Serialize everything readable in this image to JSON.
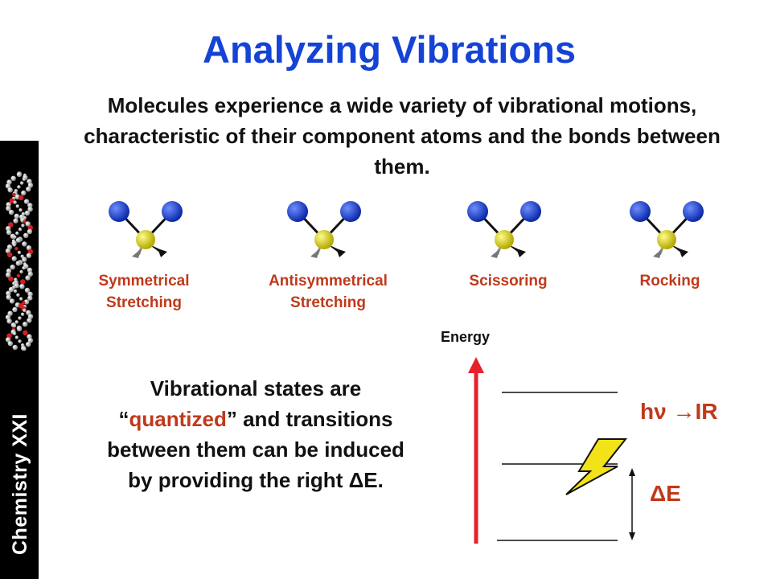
{
  "slide": {
    "title": "Analyzing Vibrations",
    "intro": "Molecules experience a wide variety of vibrational motions, characteristic of their component atoms and the bonds between them.",
    "sidebar_label": "Chemistry XXI"
  },
  "modes": [
    {
      "line1": "Symmetrical",
      "line2": "Stretching"
    },
    {
      "line1": "Antisymmetrical",
      "line2": "Stretching"
    },
    {
      "line1": "Scissoring",
      "line2": ""
    },
    {
      "line1": "Rocking",
      "line2": ""
    }
  ],
  "energy_diagram": {
    "axis_label": "Energy",
    "photon_prefix": "h",
    "photon_symbol": "ν",
    "photon_arrow": "→",
    "photon_target": "IR",
    "delta_symbol": "Δ",
    "delta_label": "E"
  },
  "body": {
    "part1": "Vibrational states are “",
    "highlight": "quantized",
    "part2": "” and transitions between them can be induced by providing the right ",
    "delta_symbol": "Δ",
    "part3": "E."
  },
  "colors": {
    "title": "#1443d6",
    "accent": "#c0391b",
    "arrow": "#e8202a",
    "atom_blue": "#1a3fd0",
    "atom_yellow": "#d8d000",
    "bolt": "#f2e21a"
  },
  "icons": {
    "molecule": "triatomic-molecule-icon",
    "lightning": "lightning-bolt-icon",
    "helix": "dna-helix-icon"
  }
}
